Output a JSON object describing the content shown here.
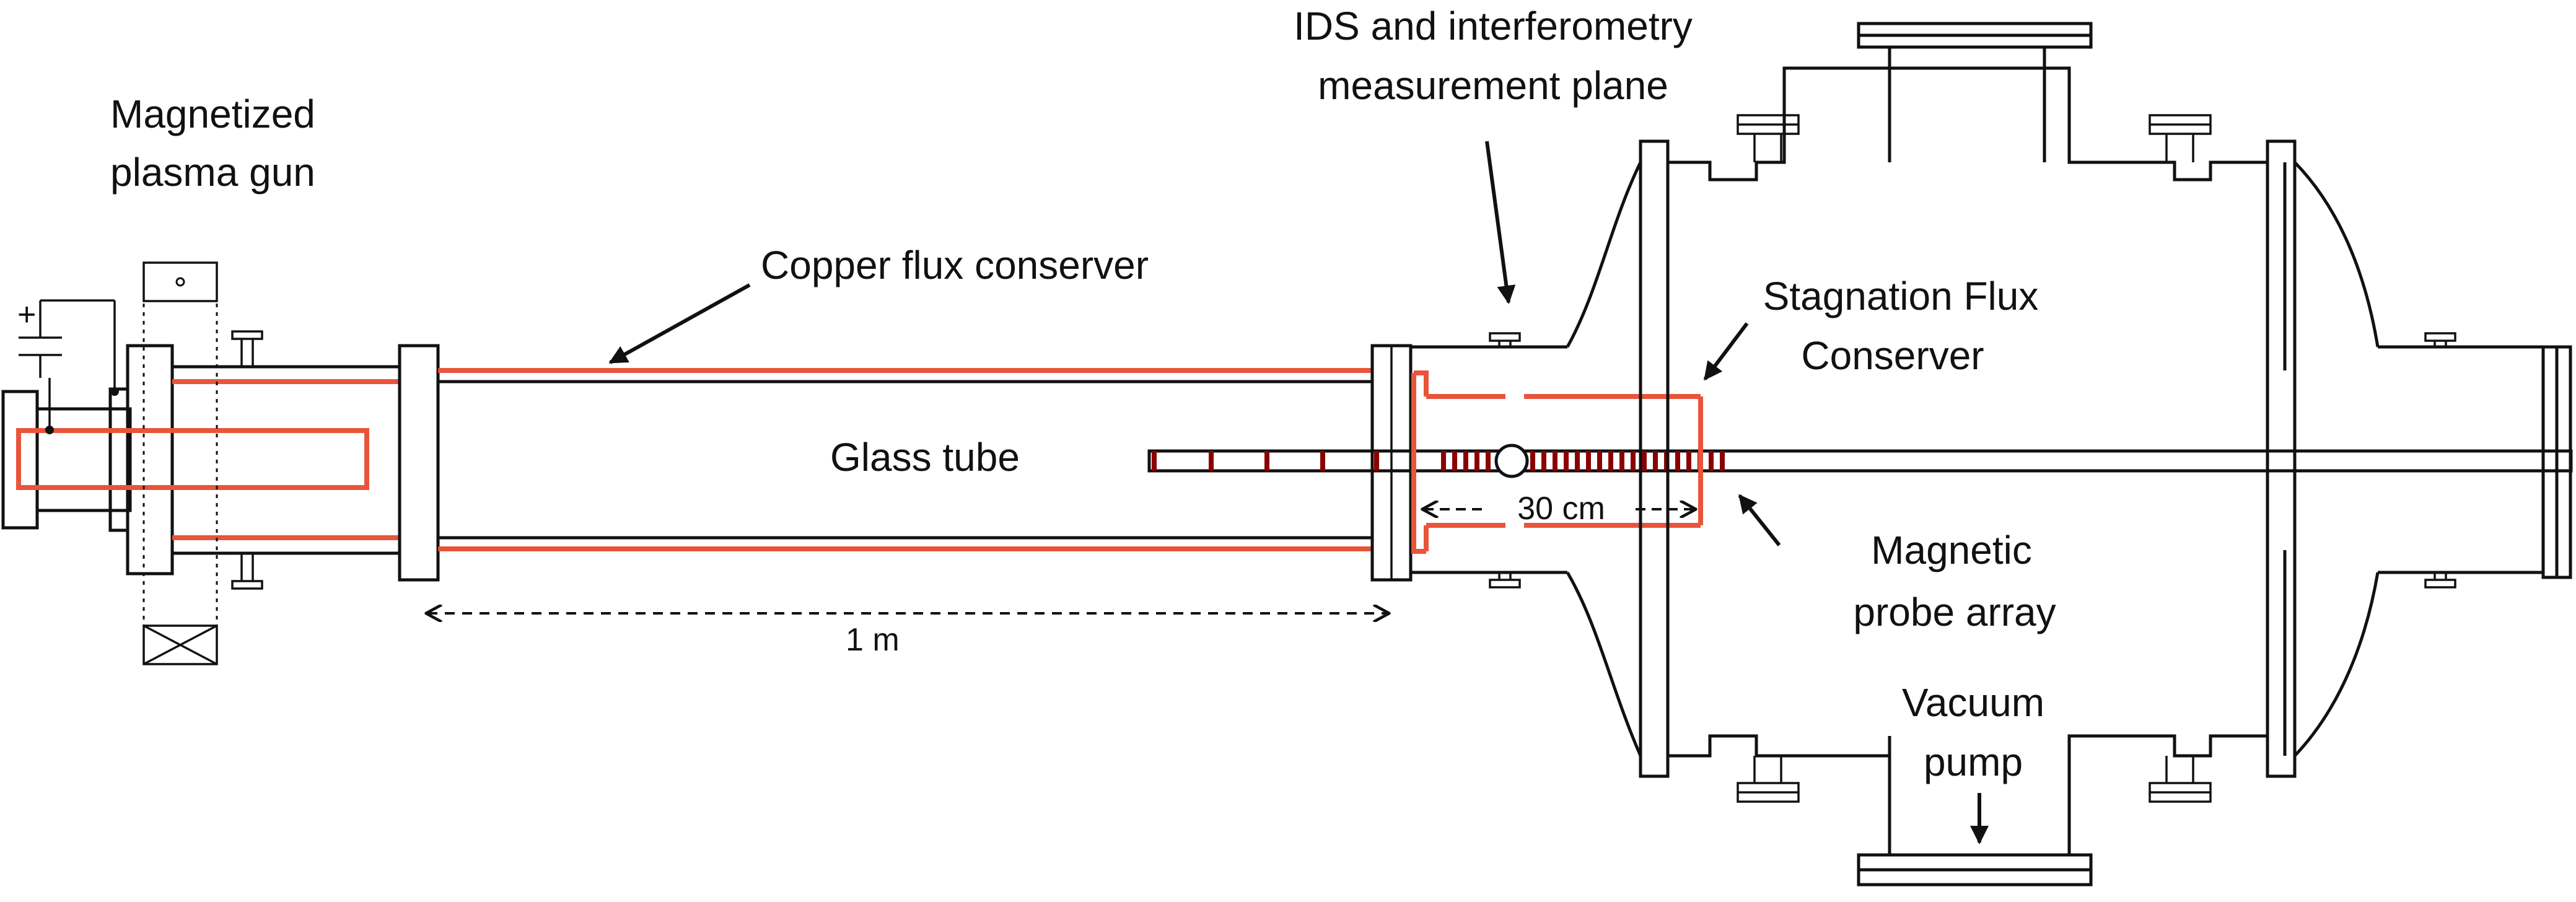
{
  "labels": {
    "gun_line1": "Magnetized",
    "gun_line2": "plasma gun",
    "copper": "Copper flux conserver",
    "glass": "Glass tube",
    "length": "1 m",
    "ids_line1": "IDS and interferometry",
    "ids_line2": "measurement plane",
    "stag_line1": "Stagnation Flux",
    "stag_line2": "Conserver",
    "probe_line1": "Magnetic",
    "probe_line2": "probe array",
    "span": "30 cm",
    "vac_line1": "Vacuum",
    "vac_line2": "pump",
    "plus": "+"
  },
  "colors": {
    "line": "#111111",
    "copper": "#E8553A",
    "probe": "#8B0000",
    "background": "#FFFFFF"
  }
}
